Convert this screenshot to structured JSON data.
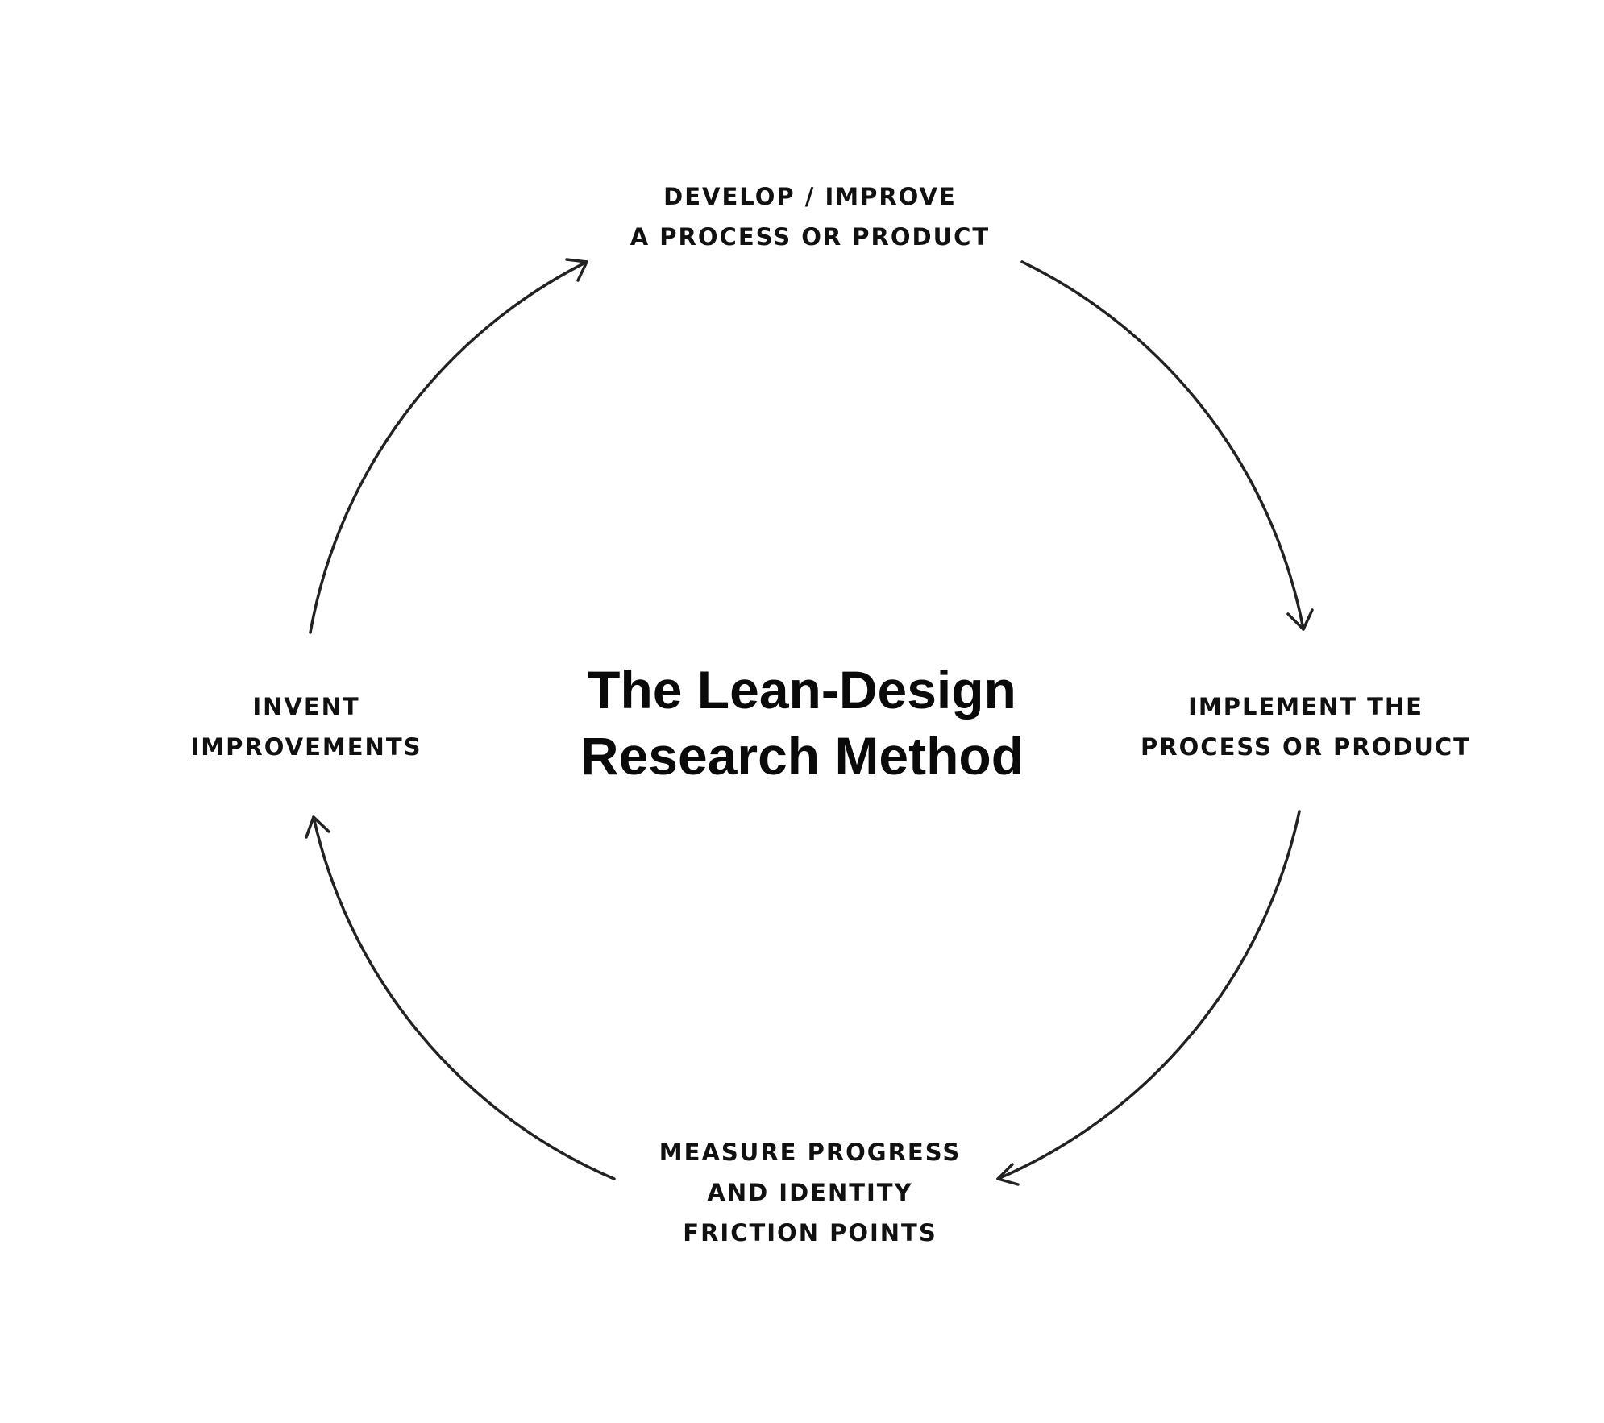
{
  "title": {
    "line1": "The Lean-Design",
    "line2": "Research Method"
  },
  "steps": [
    {
      "id": "develop",
      "line1": "DEVELOP / IMPROVE",
      "line2": "A PROCESS OR PRODUCT",
      "line3": ""
    },
    {
      "id": "implement",
      "line1": "IMPLEMENT THE",
      "line2": "PROCESS OR PRODUCT",
      "line3": ""
    },
    {
      "id": "measure",
      "line1": "MEASURE PROGRESS",
      "line2": "AND IDENTITY",
      "line3": "FRICTION POINTS"
    },
    {
      "id": "invent",
      "line1": "INVENT",
      "line2": "IMPROVEMENTS",
      "line3": ""
    }
  ],
  "colors": {
    "stroke": "#222222",
    "text": "#111111",
    "background": "#ffffff"
  }
}
